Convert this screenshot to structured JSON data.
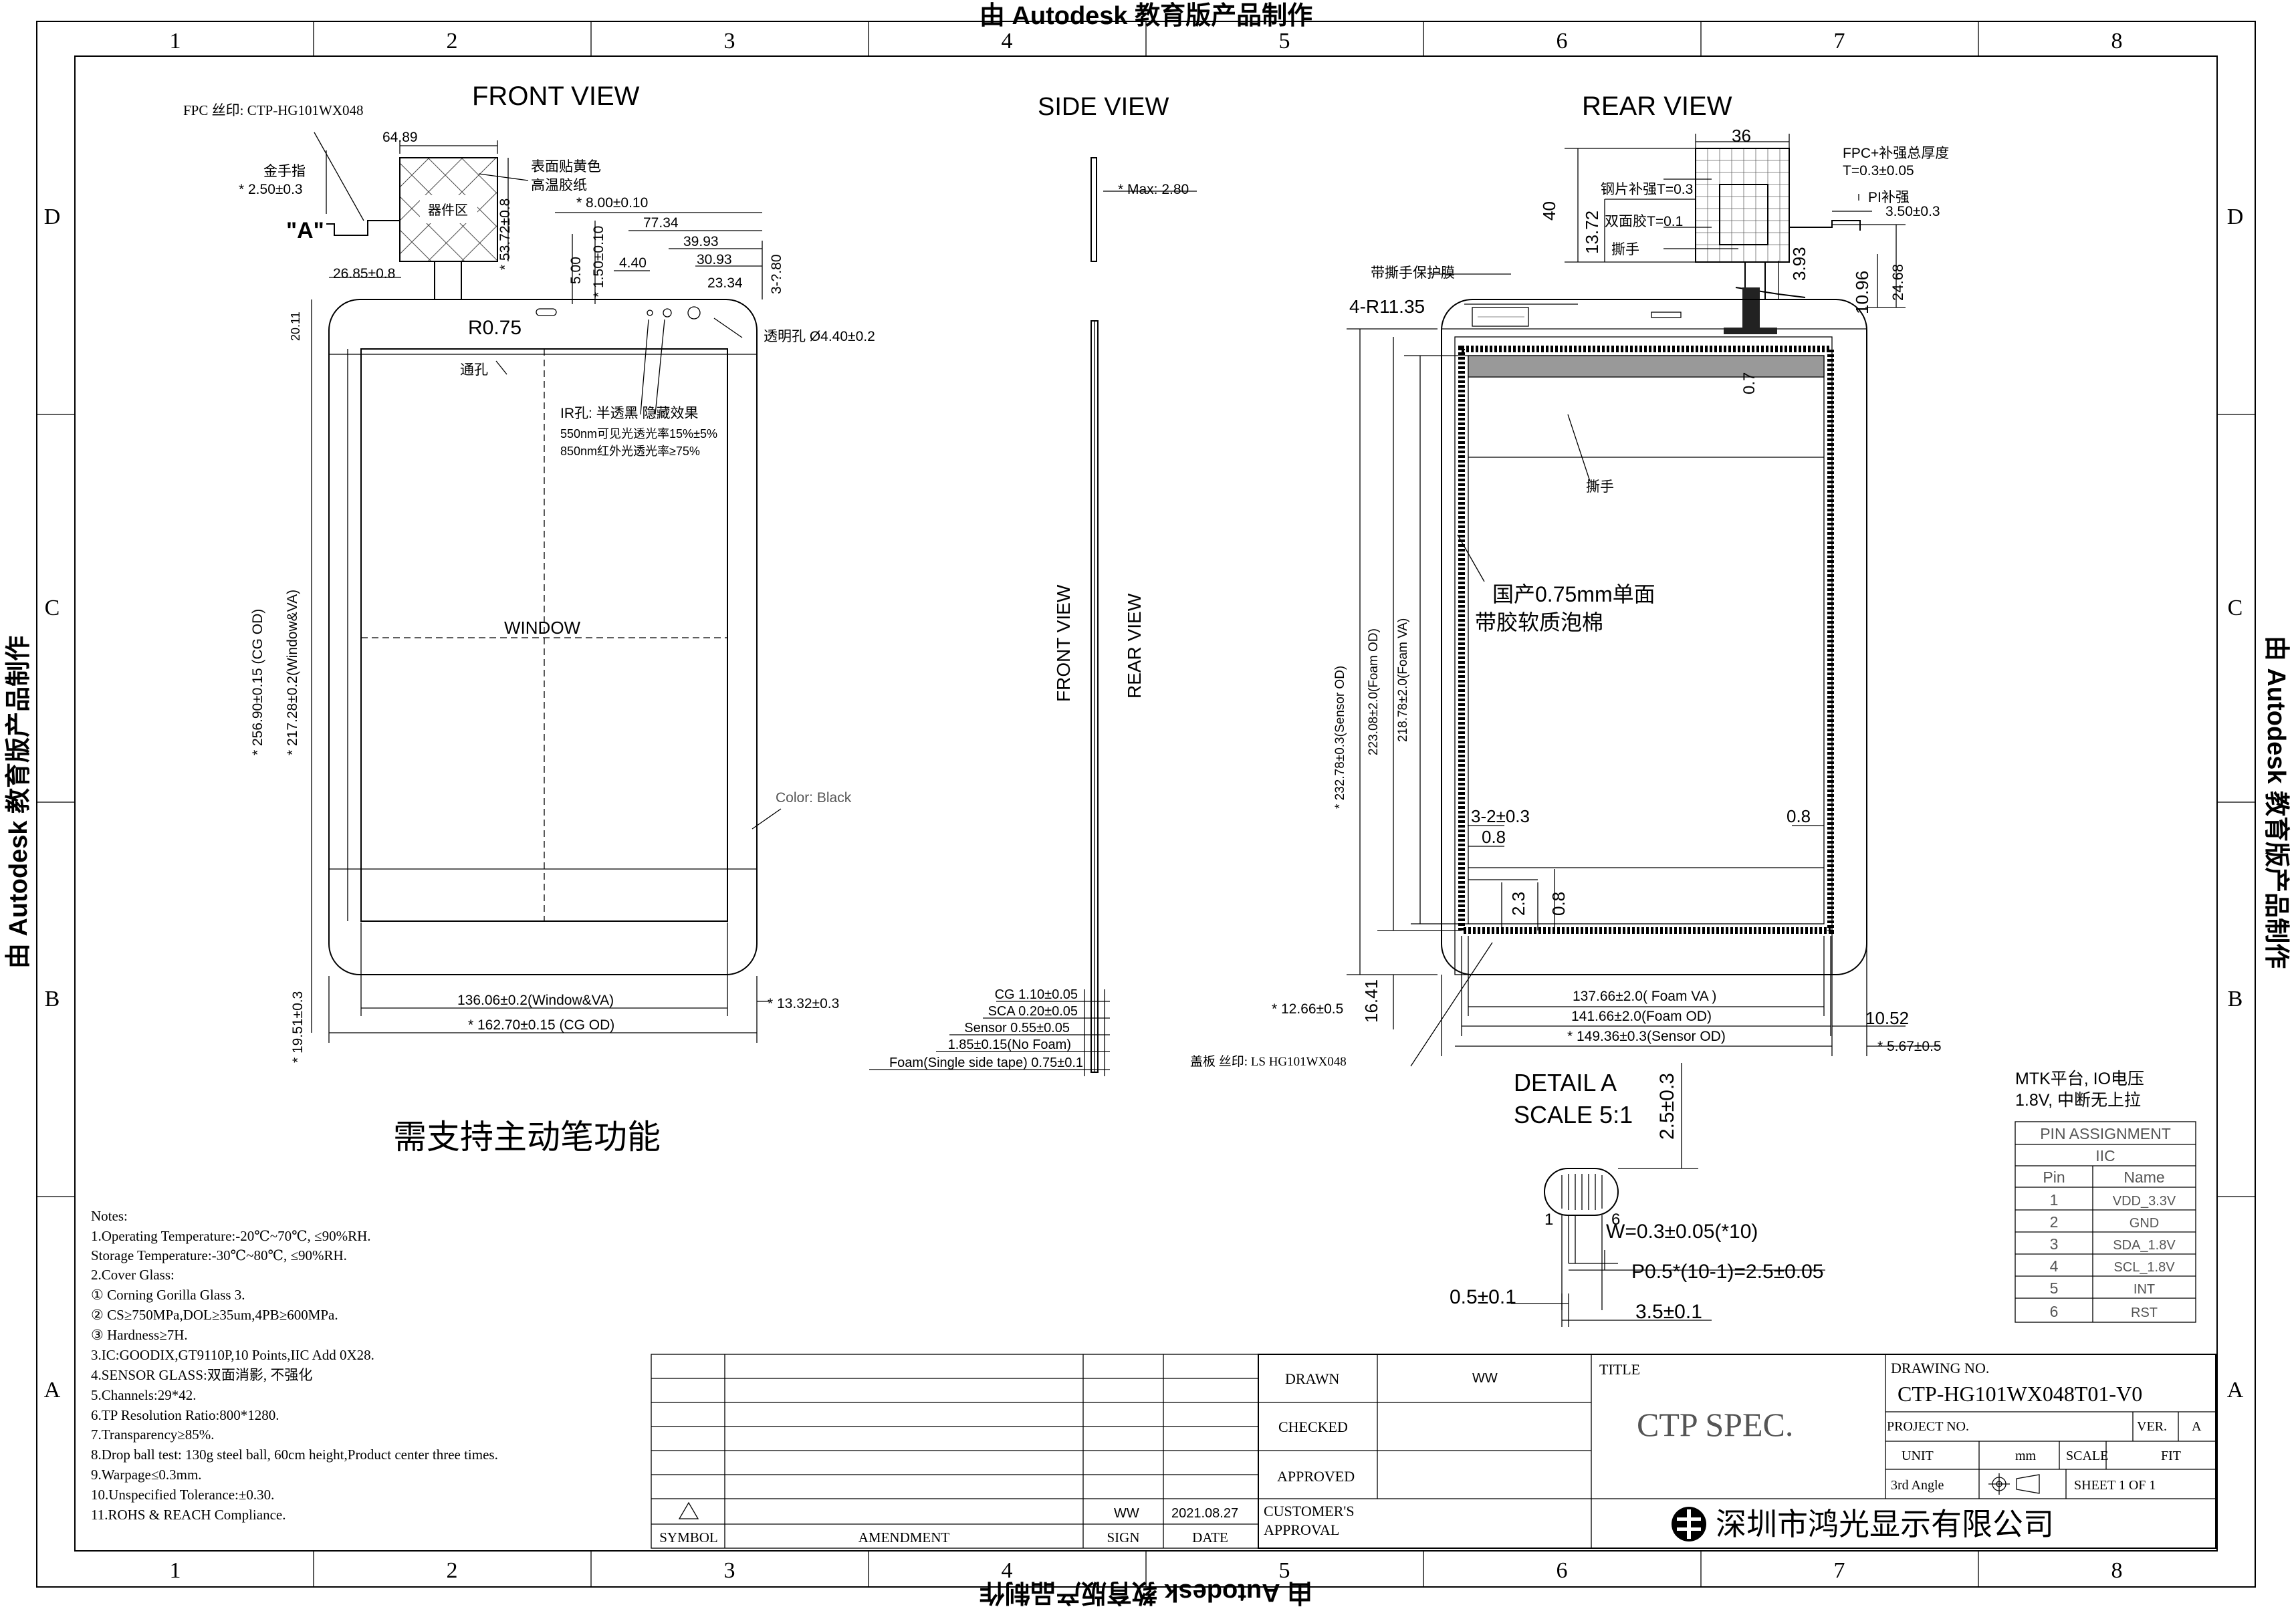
{
  "watermark": "由 Autodesk 教育版产品制作",
  "border": {
    "cols": [
      "1",
      "2",
      "3",
      "4",
      "5",
      "6",
      "7",
      "8"
    ],
    "rows": [
      "D",
      "C",
      "B",
      "A"
    ]
  },
  "views": {
    "front": "FRONT VIEW",
    "side": "SIDE VIEW",
    "rear": "REAR VIEW",
    "side_front": "FRONT VIEW",
    "side_rear": "REAR VIEW"
  },
  "front": {
    "fpc_label": "FPC 丝印: CTP-HG101WX048",
    "gold_finger": "金手指",
    "gold_dim": "* 2.50±0.3",
    "detail_ref": "\"A\"",
    "dim_64": "64.89",
    "component_area": "器件区",
    "surface_note1": "表面贴黄色",
    "surface_note2": "高温胶纸",
    "dim_53": "* 53.72±0.8",
    "dim_8": "* 8.00±0.10",
    "dim_77": "77.34",
    "dim_39": "39.93",
    "dim_440": "4.40",
    "dim_30": "30.93",
    "dim_23": "23.34",
    "dim_378": "3-?.80",
    "dim_5": "5.00",
    "dim_150": "* 1.50±0.10",
    "dim_26": "26.85±0.8",
    "r075": "R0.75",
    "through_hole": "通孔",
    "clear_hole": "透明孔  Ø4.40±0.2",
    "dim_2011": "20.11",
    "ir1": "IR孔: 半透黑  隐藏效果",
    "ir2": "550nm可见光透光率15%±5%",
    "ir3": "850nm红外光透光率≥75%",
    "window": "WINDOW",
    "color": "Color: Black",
    "dim_256": "* 256.90±0.15 (CG OD)",
    "dim_217": "* 217.28±0.2(Window&VA)",
    "dim_136": "136.06±0.2(Window&VA)",
    "dim_1332": "* 13.32±0.3",
    "dim_162": "* 162.70±0.15 (CG OD)",
    "dim_1951": "* 19.51±0.3",
    "pen": "需支持主动笔功能"
  },
  "side": {
    "max": "* Max: 2.80",
    "stack": [
      "CG 1.10±0.05",
      "SCA 0.20±0.05",
      "Sensor 0.55±0.05",
      "1.85±0.15(No Foam)",
      "Foam(Single side tape)  0.75±0.1"
    ]
  },
  "rear": {
    "dim_36": "36",
    "dim_40": "40",
    "dim_1372": "13.72",
    "steel": "钢片补强T=0.3",
    "tape": "双面胶T=0.1",
    "tear": "撕手",
    "fpc_thick1": "FPC+补强总厚度",
    "fpc_thick2": "T=0.3±0.05",
    "pi": "PI补强",
    "dim_350": "3.50±0.3",
    "dim_393": "3.93",
    "dim_1096": "10.96",
    "dim_2468": "24.68",
    "protect": "带撕手保护膜",
    "r1135": "4-R11.35",
    "dim_07": "0.7",
    "tear2": "撕手",
    "foam1": "国产0.75mm单面",
    "foam2": "带胶软质泡棉",
    "dim_232": "* 232.78±0.3(Sensor OD)",
    "dim_223": "223.08±2.0(Foam OD)",
    "dim_218": "218.78±2.0(Foam VA)",
    "dim_32": "3-2±0.3",
    "dim_08a": "0.8",
    "dim_08b": "0.8",
    "dim_23": "2.3",
    "dim_08c": "0.8",
    "dim_1266": "* 12.66±0.5",
    "dim_1641": "16.41",
    "dim_137": "137.66±2.0( Foam VA )",
    "dim_141": "141.66±2.0(Foam OD)",
    "dim_149": "* 149.36±0.3(Sensor OD)",
    "dim_1052": "10.52",
    "dim_567": "* 5.67±0.5",
    "cover_print": "盖板 丝印: LS HG101WX048"
  },
  "detail": {
    "title1": "DETAIL A",
    "title2": "SCALE 5:1",
    "dim_25": "2.5±0.3",
    "pin1": "1",
    "pin6": "6",
    "w": "W=0.3±0.05(*10)",
    "p": "P0.5*(10-1)=2.5±0.05",
    "d05": "0.5±0.1",
    "d35": "3.5±0.1"
  },
  "pin_note": {
    "line1": "MTK平台,  IO电压",
    "line2": "1.8V,  中断无上拉"
  },
  "pin_table": {
    "title": "PIN  ASSIGNMENT",
    "bus": "IIC",
    "headers": [
      "Pin",
      "Name"
    ],
    "rows": [
      [
        "1",
        "VDD_3.3V"
      ],
      [
        "2",
        "GND"
      ],
      [
        "3",
        "SDA_1.8V"
      ],
      [
        "4",
        "SCL_1.8V"
      ],
      [
        "5",
        "INT"
      ],
      [
        "6",
        "RST"
      ]
    ]
  },
  "notes": [
    "Notes:",
    "1.Operating Temperature:-20℃~70℃, ≤90%RH.",
    "   Storage Temperature:-30℃~80℃, ≤90%RH.",
    "2.Cover Glass:",
    "   ① Corning Gorilla Glass 3.",
    "   ② CS≥750MPa,DOL≥35um,4PB≥600MPa.",
    "   ③ Hardness≥7H.",
    "3.IC:GOODIX,GT9110P,10 Points,IIC Add 0X28.",
    "4.SENSOR GLASS:双面消影, 不强化",
    "5.Channels:29*42.",
    "6.TP Resolution Ratio:800*1280.",
    "7.Transparency≥85%.",
    "8.Drop ball test: 130g steel ball, 60cm height,Product center three times.",
    "9.Warpage≤0.3mm.",
    "10.Unspecified Tolerance:±0.30.",
    "11.ROHS & REACH Compliance."
  ],
  "revision": {
    "sign": "WW",
    "date": "2021.08.27",
    "headers": [
      "SYMBOL",
      "AMENDMENT",
      "SIGN",
      "DATE"
    ]
  },
  "title_block": {
    "drawn": "DRAWN",
    "drawn_by": "WW",
    "checked": "CHECKED",
    "approved": "APPROVED",
    "customer": "CUSTOMER'S",
    "approval": "APPROVAL",
    "title_label": "TITLE",
    "title": "CTP  SPEC.",
    "drawing_no_label": "DRAWING  NO.",
    "drawing_no": "CTP-HG101WX048T01-V0",
    "project_no": "PROJECT NO.",
    "ver_label": "VER.",
    "ver": "A",
    "unit_label": "UNIT",
    "unit": "mm",
    "scale_label": "SCALE",
    "scale": "FIT",
    "angle": "3rd  Angle",
    "sheet": "SHEET   1  OF   1",
    "company": "深圳市鸿光显示有限公司"
  }
}
